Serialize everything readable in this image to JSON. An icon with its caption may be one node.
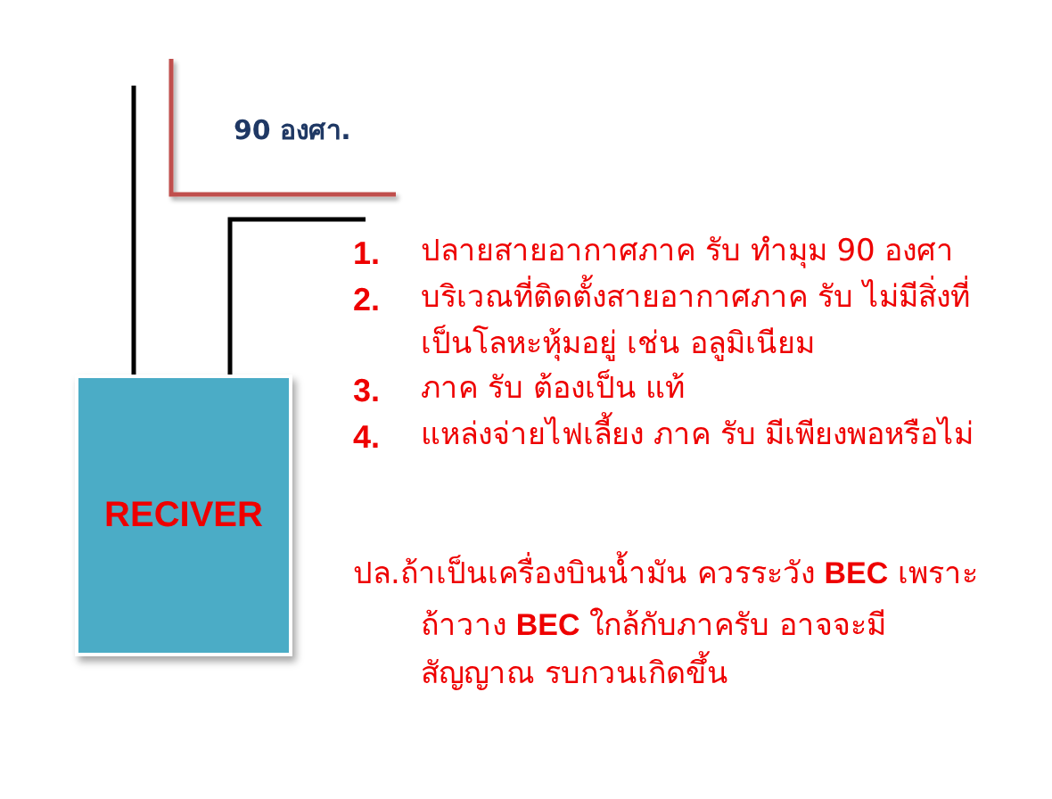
{
  "diagram": {
    "nodes": [
      {
        "text": [
          "RECIVER"
        ]
      }
    ],
    "labels": [
      "90 องศา.",
      "1.",
      "ปลายสายอากาศภาค รับ ทำมุม 90 องศา",
      "2.",
      "บริเวณที่ติดตั้งสายอากาศภาค รับ ไม่มีสิ่งที่เป็นโลหะหุ้มอยู่ เช่น อลูมิเนียม",
      "3.",
      "ภาค รับ ต้องเป็น แท้",
      "4.",
      "แหล่งจ่ายไฟเลี้ยง ภาค รับ มีเพียงพอหรือไม่",
      "ปล.ถ้าเป็นเครื่องบินน้ำมัน ควรระวัง **BEC** เพราะถ้าวาง **BEC** ใกล้กับภาครับ อาจจะมีสัญญาณ รบกวนเกิดขึ้น"
    ]
  }
}
